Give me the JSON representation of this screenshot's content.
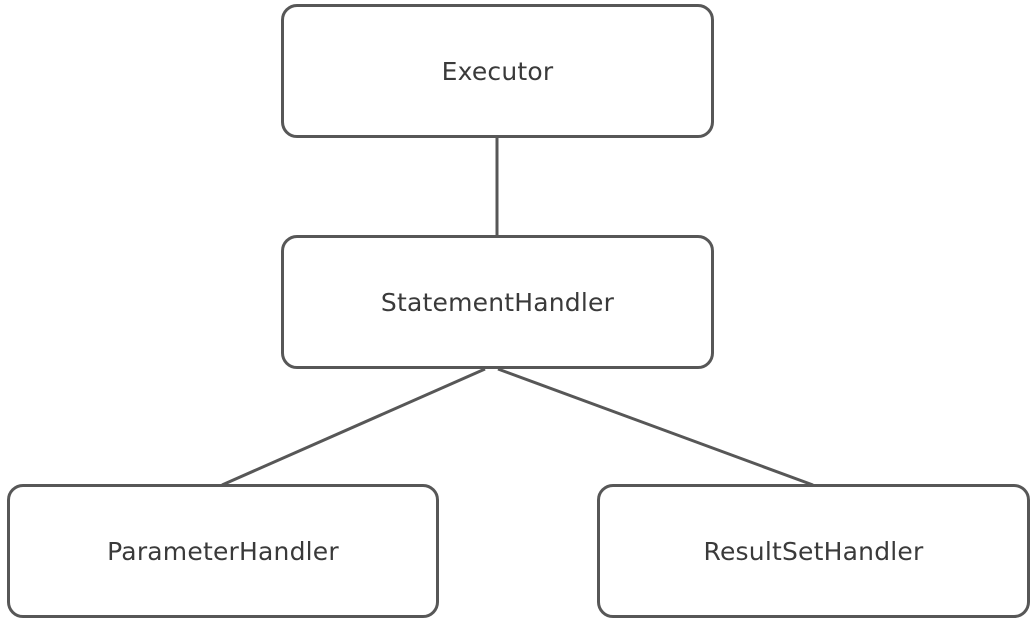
{
  "diagram": {
    "nodes": [
      {
        "id": "executor",
        "label": "Executor"
      },
      {
        "id": "statement",
        "label": "StatementHandler"
      },
      {
        "id": "parameter",
        "label": "ParameterHandler"
      },
      {
        "id": "resultset",
        "label": "ResultSetHandler"
      }
    ],
    "edges": [
      {
        "from": "executor",
        "to": "statement"
      },
      {
        "from": "statement",
        "to": "parameter"
      },
      {
        "from": "statement",
        "to": "resultset"
      }
    ],
    "colors": {
      "stroke": "#575757",
      "text": "#3a3a3a",
      "background": "#ffffff"
    }
  }
}
